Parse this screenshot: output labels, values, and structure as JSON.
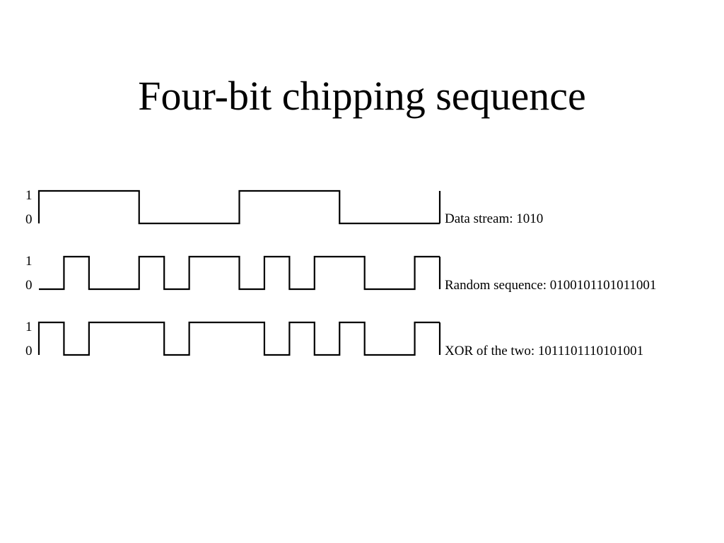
{
  "title": "Four-bit chipping sequence",
  "signals": [
    {
      "level_high_label": "1",
      "level_low_label": "0",
      "caption": "Data stream: 1010",
      "bits": [
        1,
        0,
        1,
        0
      ]
    },
    {
      "level_high_label": "1",
      "level_low_label": "0",
      "caption": "Random sequence: 0100101101011001",
      "bits": [
        0,
        1,
        0,
        0,
        1,
        0,
        1,
        1,
        0,
        1,
        0,
        1,
        1,
        0,
        0,
        1
      ]
    },
    {
      "level_high_label": "1",
      "level_low_label": "0",
      "caption": "XOR of the two: 1011101110101001",
      "bits": [
        1,
        0,
        1,
        1,
        1,
        0,
        1,
        1,
        1,
        0,
        1,
        0,
        1,
        0,
        0,
        1
      ]
    }
  ]
}
